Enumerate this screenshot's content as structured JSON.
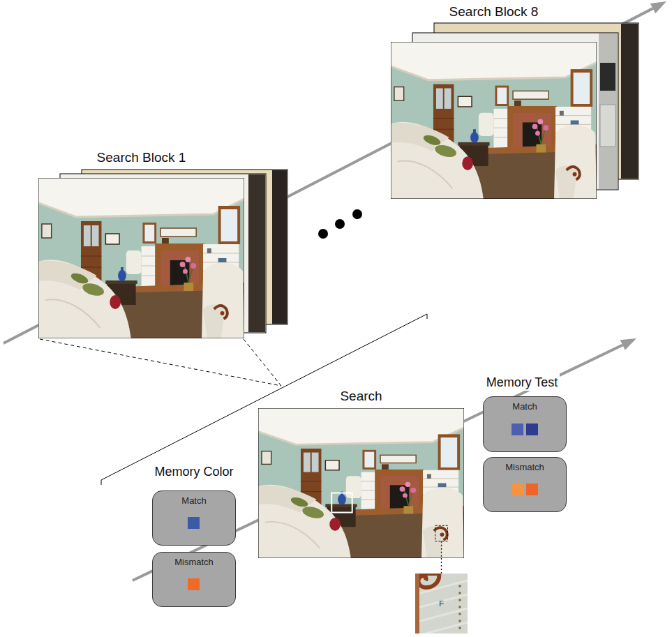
{
  "diagram": {
    "nodes": [
      {
        "text": [
          "Search Block 1"
        ]
      },
      {
        "text": [
          "Search Block 8"
        ]
      },
      {
        "text": [
          "Search"
        ]
      },
      {
        "text": [
          "F"
        ]
      },
      {
        "text": [
          "Match"
        ]
      },
      {
        "text": [
          "Mismatch"
        ]
      },
      {
        "text": [
          "Match"
        ]
      },
      {
        "text": [
          "Mismatch"
        ]
      }
    ],
    "edges": [
      {
        "from": 2,
        "to": 3,
        "arrow": "none"
      }
    ],
    "labels": [
      "Memory Color",
      "Memory Test"
    ]
  }
}
